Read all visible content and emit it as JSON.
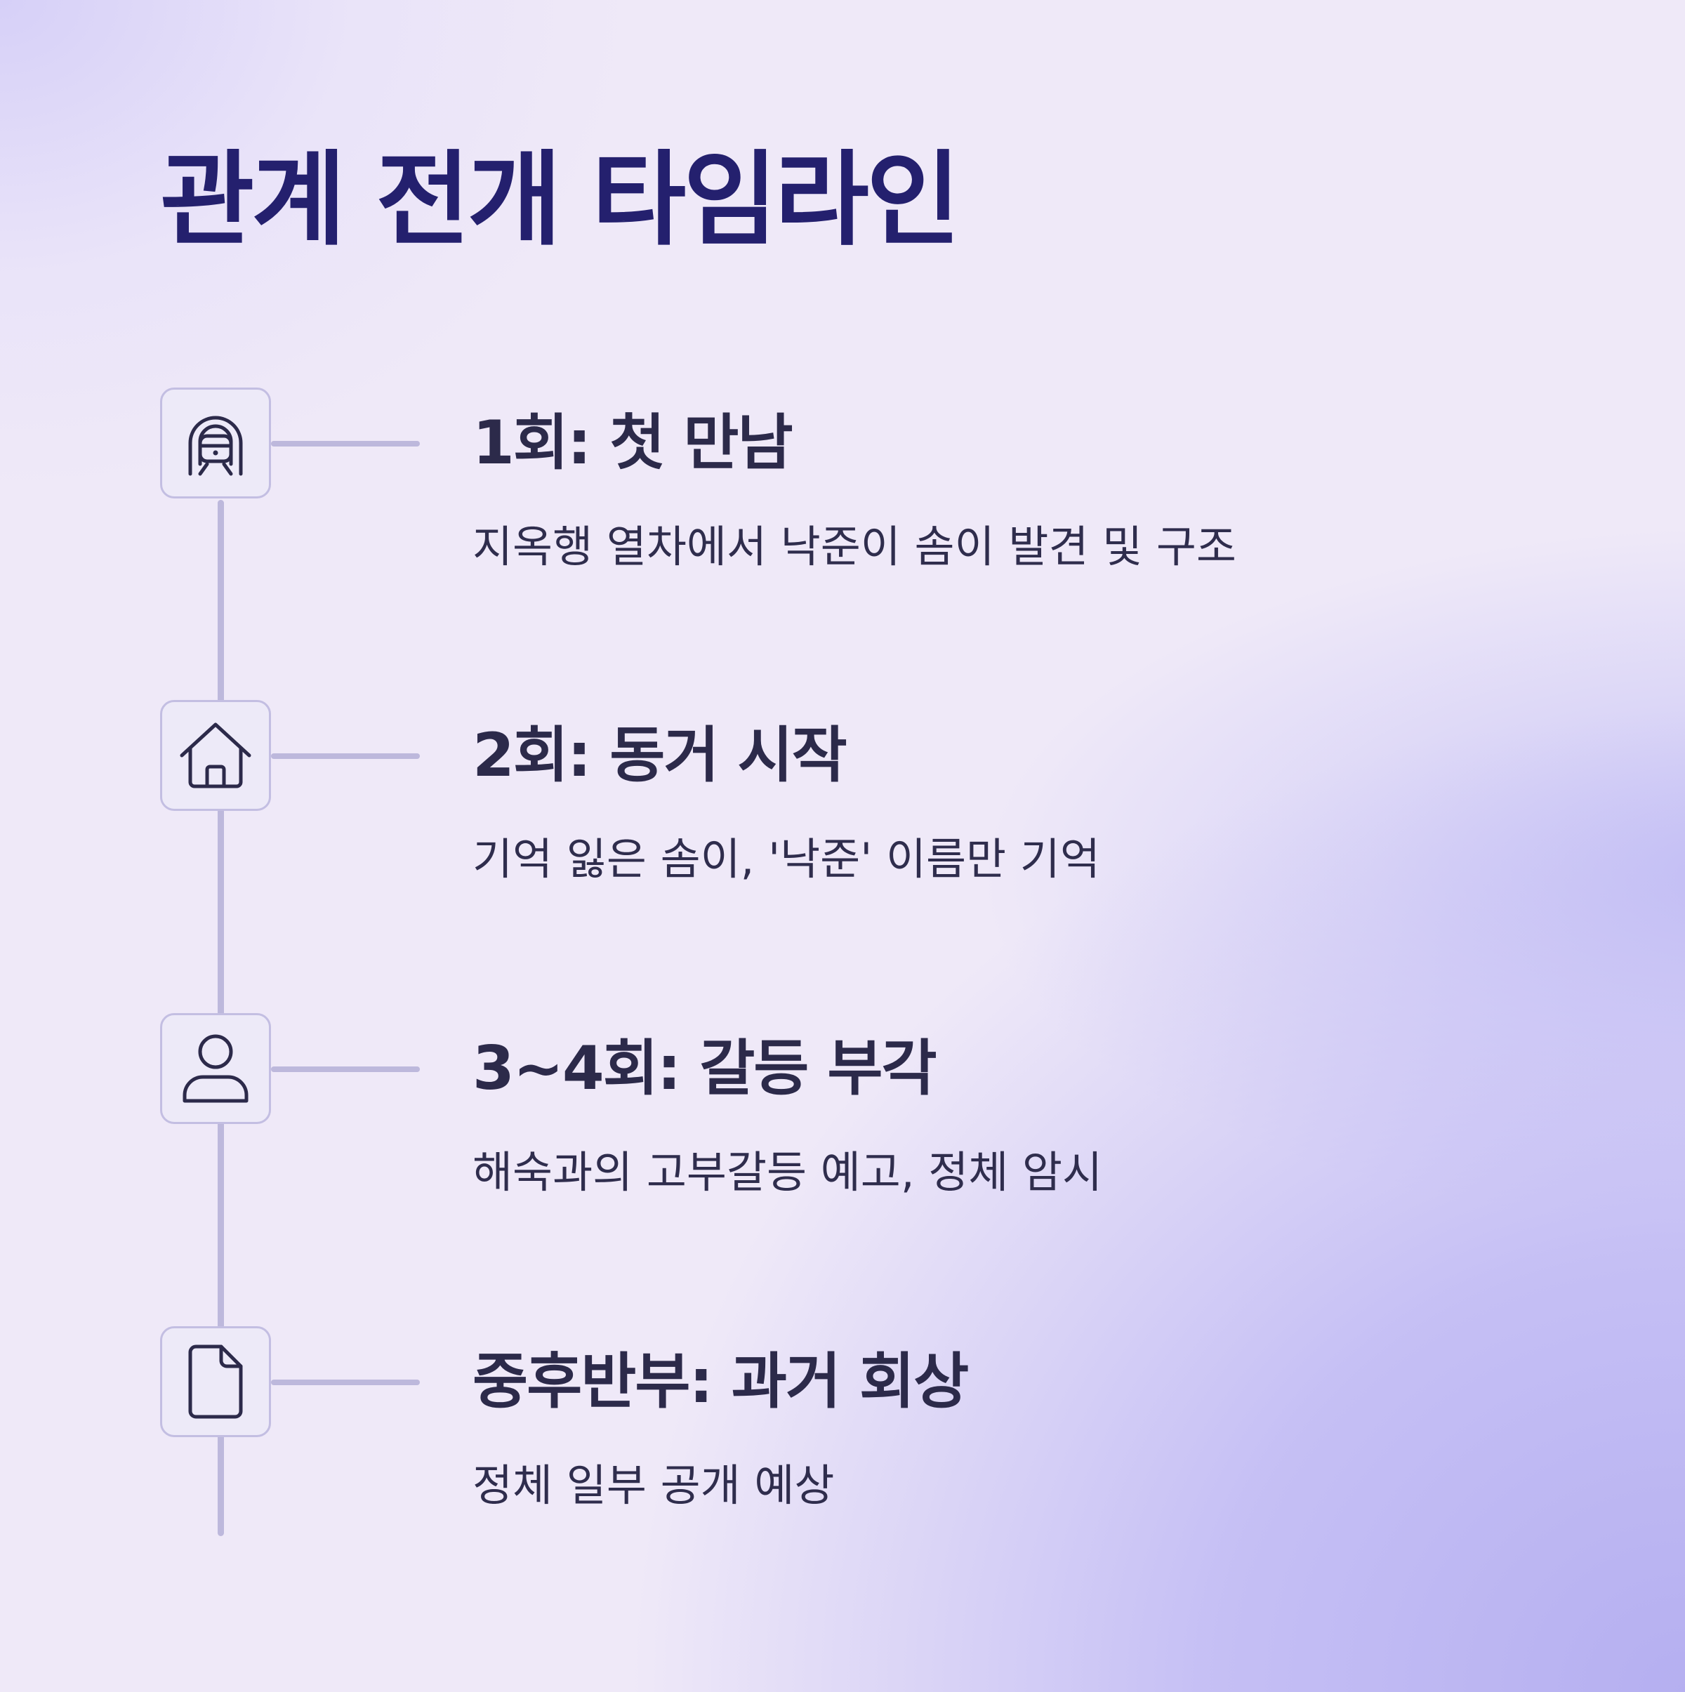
{
  "title": "관계 전개 타임라인",
  "colors": {
    "title": "#24206e",
    "text": "#2c2a4a",
    "line": "#bdb8dc",
    "icon_box_border": "#c3bee2",
    "icon_box_fill": "#edeaf8",
    "background": "#efe9f8",
    "background_accent": "#b9b3f0"
  },
  "timeline": [
    {
      "icon": "train-icon",
      "title": "1회: 첫 만남",
      "description": "지옥행 열차에서 낙준이 솜이 발견 및 구조"
    },
    {
      "icon": "house-icon",
      "title": "2회: 동거 시작",
      "description": "기억 잃은 솜이, '낙준' 이름만 기억"
    },
    {
      "icon": "person-icon",
      "title": "3~4회: 갈등 부각",
      "description": "해숙과의 고부갈등 예고, 정체 암시"
    },
    {
      "icon": "document-icon",
      "title": "중후반부: 과거 회상",
      "description": "정체 일부 공개 예상"
    }
  ]
}
